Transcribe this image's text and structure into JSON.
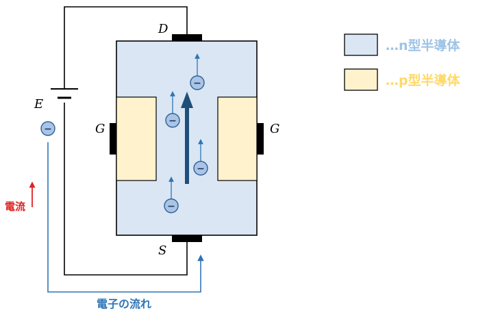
{
  "labels": {
    "drain": "D",
    "source": "S",
    "gate_left": "G",
    "gate_right": "G",
    "battery": "E",
    "current": "電流",
    "electron_flow": "電子の流れ",
    "electron_symbol": "−"
  },
  "legend": [
    {
      "text": "…n型半導体",
      "color": "#dae6f3"
    },
    {
      "text": "…p型半導体",
      "color": "#fff2cc"
    }
  ],
  "colors": {
    "n_region": "#dae6f3",
    "p_region": "#fff2cc",
    "electron_fill": "#a9c4e4",
    "electron_stroke": "#2e5f99",
    "arrow_main": "#1f4e79",
    "arrow_small": "#2e75b6",
    "wire": "#000000",
    "current_arrow": "#e02020",
    "flow_line": "#2e75b6"
  }
}
